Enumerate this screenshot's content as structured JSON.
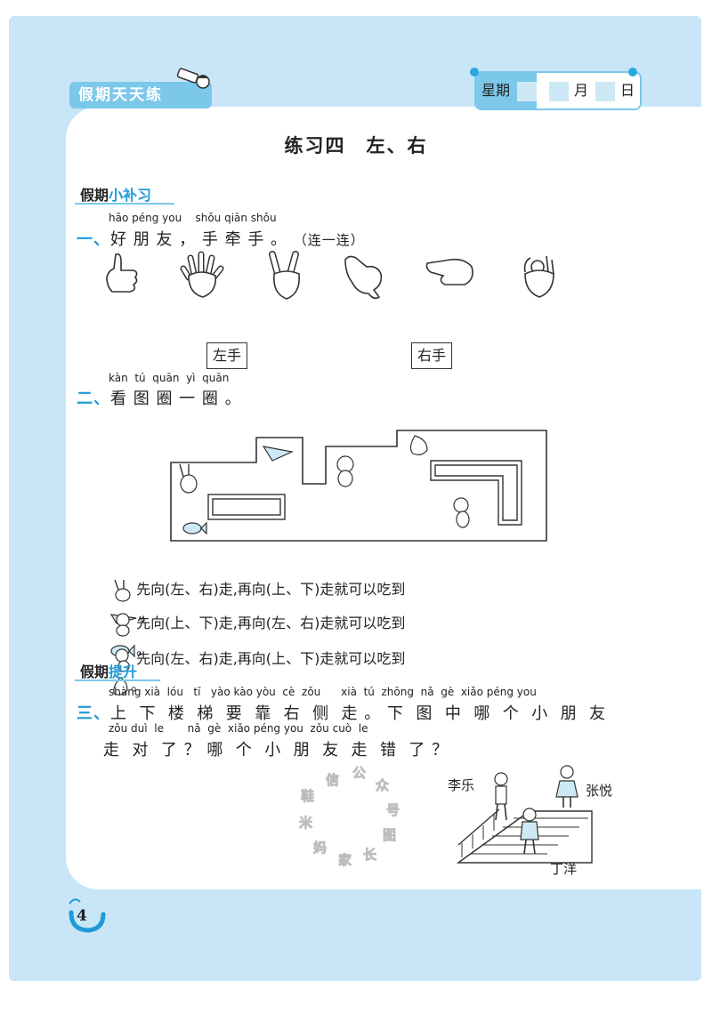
{
  "header": {
    "brand": "假期天天练",
    "week_label": "星期",
    "month_label": "月",
    "day_label": "日"
  },
  "title": "练习四　左、右",
  "section1": {
    "head_a": "假期",
    "head_b": "小补习"
  },
  "q1": {
    "pinyin": "hǎo péng you    shǒu qiān shǒu",
    "num": "一、",
    "text": "好 朋 友 ， 手 牵 手 。",
    "note": "（连一连）",
    "left_label": "左手",
    "right_label": "右手"
  },
  "q2": {
    "pinyin": "kàn  tú  quān  yì  quān",
    "num": "二、",
    "text": "看 图 圈 一 圈 。",
    "rows": [
      {
        "a": "先向(",
        "opt1": "左",
        "sep1": "、",
        "opt2": "右",
        "b": ")走,再向(",
        "opt3": "上",
        "sep2": "、",
        "opt4": "下",
        "c": ")走就可以吃到",
        "end": "。"
      },
      {
        "a": "先向(",
        "opt1": "上",
        "sep1": "、",
        "opt2": "下",
        "b": ")走,再向(",
        "opt3": "左",
        "sep2": "、",
        "opt4": "右",
        "c": ")走就可以吃到",
        "end": "。"
      },
      {
        "a": "先向(",
        "opt1": "左",
        "sep1": "、",
        "opt2": "右",
        "b": ")走,再向(",
        "opt3": "上",
        "sep2": "、",
        "opt4": "下",
        "c": ")走就可以吃到",
        "end": "。"
      }
    ]
  },
  "section2": {
    "head_a": "假期",
    "head_b": "提升"
  },
  "q3": {
    "pinyin1": "shàng xià  lóu   tī   yào kào yòu  cè  zǒu      xià  tú  zhōng  nǎ  gè  xiǎo péng you",
    "num": "三、",
    "line1": "上  下  楼  梯  要  靠  右  侧  走 。 下  图  中  哪  个  小  朋  友",
    "pinyin2": "zǒu duì  le       nǎ  gè  xiǎo péng you  zǒu cuò  le",
    "line2": "走  对  了 ？ 哪  个  小  朋  友  走  错  了 ？",
    "names": [
      "李乐",
      "张悦",
      "丁洋"
    ]
  },
  "stamp_text": "鞋 信 公 众 号 图 长 家 妈 米",
  "page_number": "4",
  "colors": {
    "accent": "#1f9ad6",
    "light": "#c8e6f7",
    "band": "#7cc8ea"
  }
}
